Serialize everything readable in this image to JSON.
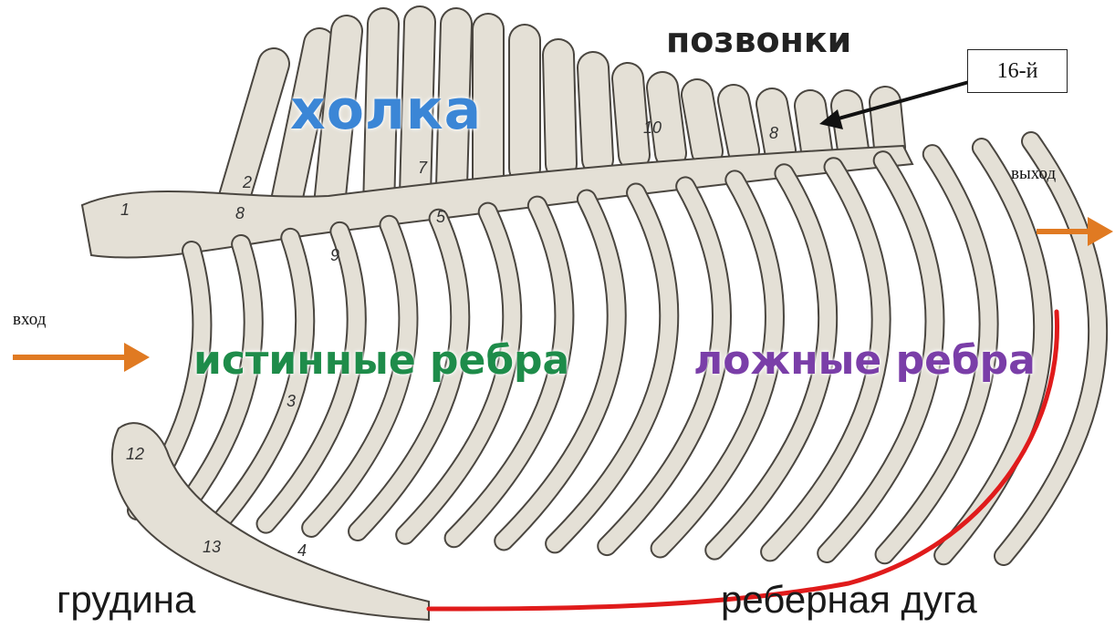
{
  "labels": {
    "withers": "холка",
    "vertebrae": "позвонки",
    "rib16": "16-й",
    "exit": "выход",
    "entry": "вход",
    "true_ribs": "истинные ребра",
    "false_ribs": "ложные ребра",
    "sternum": "грудина",
    "costal_arch": "реберная дуга"
  },
  "figure_numbers": [
    "1",
    "2",
    "8",
    "9",
    "7",
    "5",
    "10",
    "8",
    "3",
    "12",
    "13",
    "4"
  ],
  "colors": {
    "withers": "#3b86d6",
    "true_ribs": "#1e8c4a",
    "false_ribs": "#7a3ea8",
    "arrows": "#e07a22",
    "costal_arch_line": "#e01b1b",
    "bone": "#e4e0d6",
    "bone_outline": "#4a4640"
  }
}
